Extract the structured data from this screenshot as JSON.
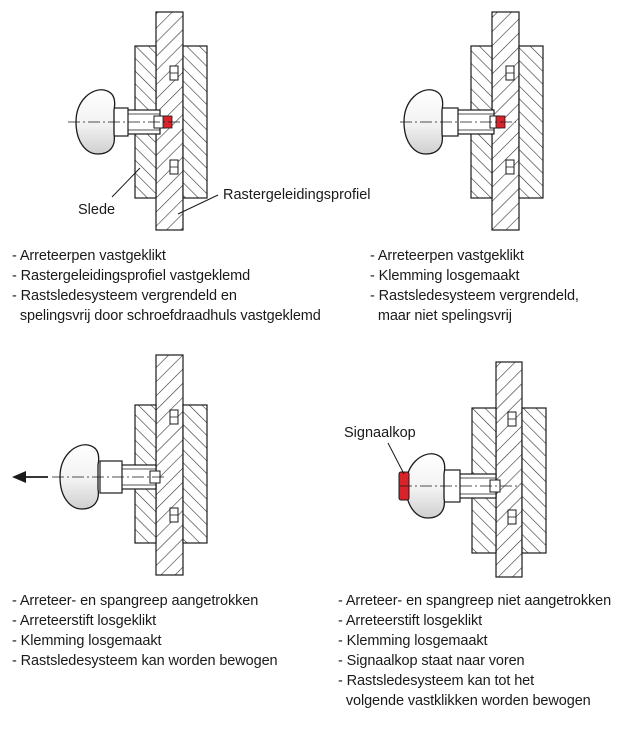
{
  "colors": {
    "line": "#1a1a1a",
    "hatch": "#333333",
    "accent_red": "#d8232a",
    "background": "#ffffff"
  },
  "panels": [
    {
      "id": "panel-1",
      "labels": {
        "slide": "Slede",
        "profile": "Rastergeleidingsprofiel"
      },
      "lines": [
        "- Arreteerpen vastgeklikt",
        "- Rastergeleidingsprofiel vastgeklemd",
        "- Rastsledesysteem vergrendeld en",
        "  spelingsvrij door schroefdraadhuls vastgeklemd"
      ]
    },
    {
      "id": "panel-2",
      "lines": [
        "- Arreteerpen vastgeklikt",
        "- Klemming losgemaakt",
        "- Rastsledesysteem vergrendeld,",
        "  maar niet spelingsvrij"
      ]
    },
    {
      "id": "panel-3",
      "lines": [
        "- Arreteer- en spangreep aangetrokken",
        "- Arreteerstift losgeklikt",
        "- Klemming losgemaakt",
        "- Rastsledesysteem kan worden bewogen"
      ]
    },
    {
      "id": "panel-4",
      "labels": {
        "signal": "Signaalkop"
      },
      "lines": [
        "- Arreteer- en spangreep niet aangetrokken",
        "- Arreteerstift losgeklikt",
        "- Klemming losgemaakt",
        "- Signaalkop staat naar voren",
        "- Rastsledesysteem kan tot het",
        "  volgende vastklikken worden bewogen"
      ]
    }
  ]
}
